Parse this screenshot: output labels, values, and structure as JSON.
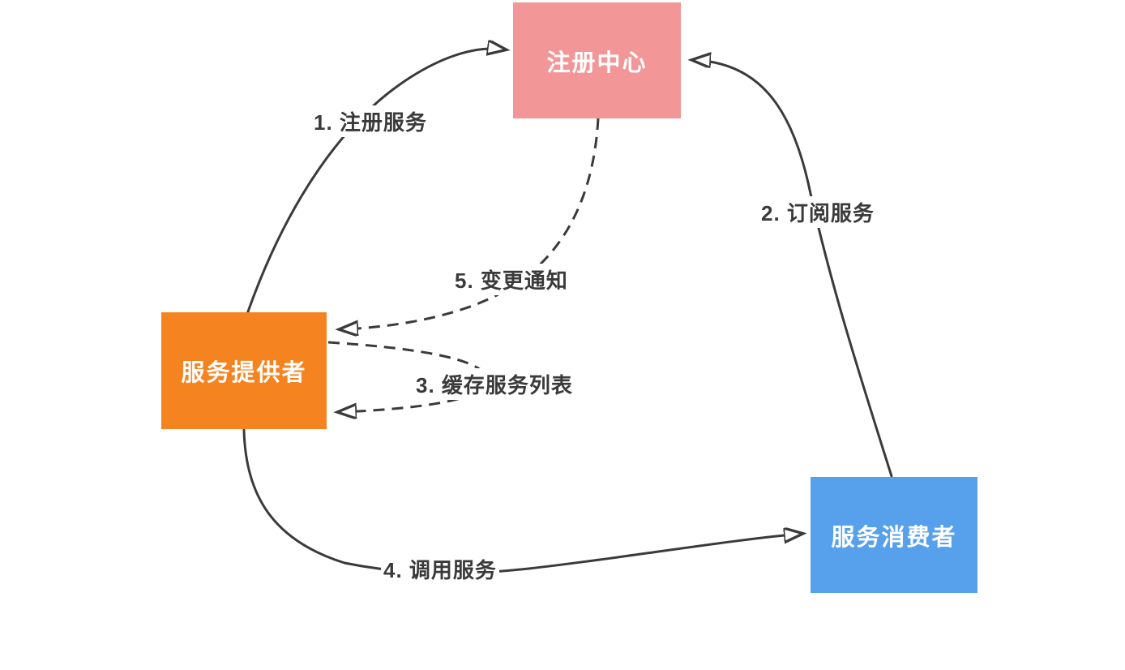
{
  "diagram": {
    "type": "architecture-flow",
    "nodes": {
      "registry": {
        "label": "注册中心",
        "color": "#F29697"
      },
      "provider": {
        "label": "服务提供者",
        "color": "#F5831F"
      },
      "consumer": {
        "label": "服务消费者",
        "color": "#57A0EC"
      }
    },
    "edges": [
      {
        "id": "register",
        "label": "1. 注册服务",
        "from": "provider",
        "to": "registry",
        "style": "solid"
      },
      {
        "id": "subscribe",
        "label": "2. 订阅服务",
        "from": "consumer",
        "to": "registry",
        "style": "solid"
      },
      {
        "id": "cache",
        "label": "3. 缓存服务列表",
        "from": "provider",
        "to": "provider",
        "style": "dashed"
      },
      {
        "id": "invoke",
        "label": "4. 调用服务",
        "from": "provider",
        "to": "consumer",
        "style": "solid"
      },
      {
        "id": "notify",
        "label": "5. 变更通知",
        "from": "registry",
        "to": "provider",
        "style": "dashed"
      }
    ],
    "colors": {
      "line": "#3A3A3A",
      "label_text": "#3A3A3A",
      "node_text": "#FFFFFF",
      "background": "#FFFFFF"
    }
  }
}
